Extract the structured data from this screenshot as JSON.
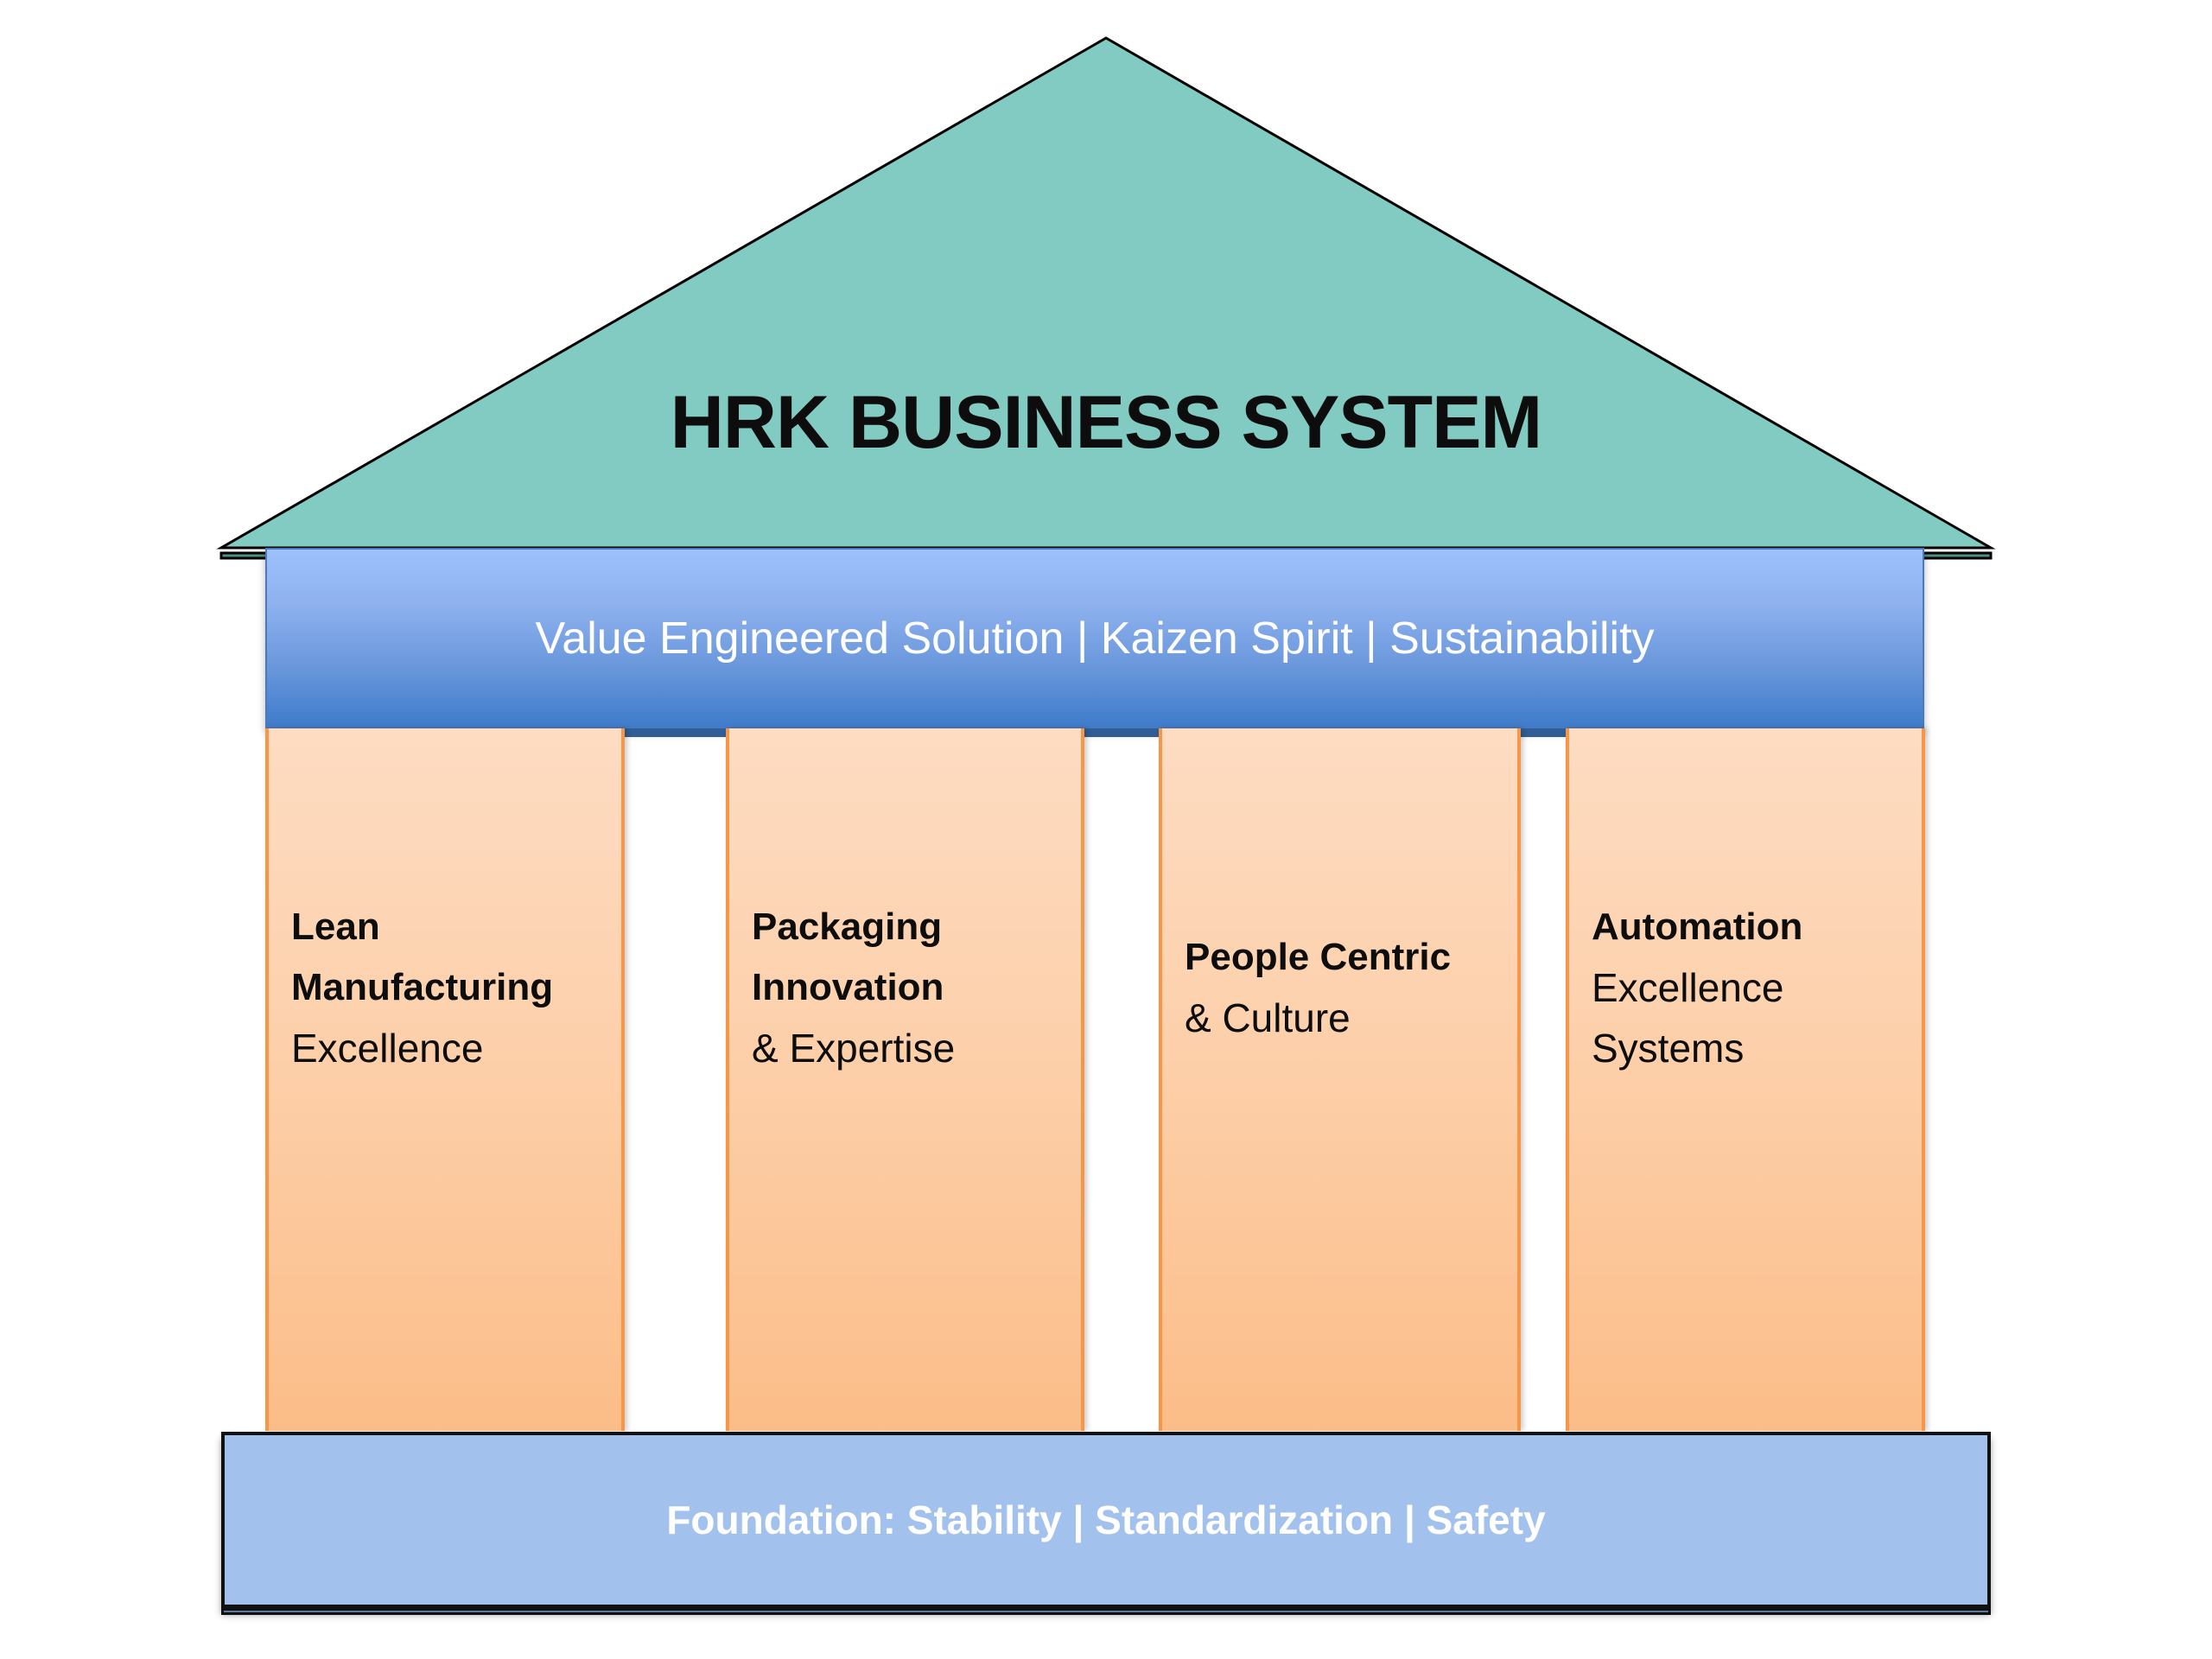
{
  "roof": {
    "title": "HRK BUSINESS SYSTEM"
  },
  "band": {
    "text": "Value Engineered Solution | Kaizen Spirit | Sustainability"
  },
  "pillars": [
    {
      "bold": [
        "Lean",
        "Manufacturing"
      ],
      "regular": [
        "Excellence"
      ]
    },
    {
      "bold": [
        "Packaging",
        "Innovation"
      ],
      "regular": [
        "& Expertise"
      ]
    },
    {
      "bold": [
        "People Centric"
      ],
      "regular": [
        "& Culture"
      ]
    },
    {
      "bold": [
        "Automation"
      ],
      "regular": [
        "Excellence",
        "Systems"
      ]
    }
  ],
  "foundation": {
    "text": "Foundation: Stability | Standardization | Safety"
  },
  "colors": {
    "roof": "#82cbc2",
    "band": "#4f86d0",
    "pillar": "#fcc89b",
    "pillar_border": "#f79646",
    "foundation": "#a3c1ed"
  }
}
